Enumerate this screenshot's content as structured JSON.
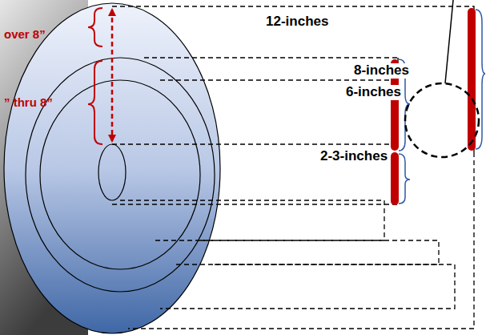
{
  "diagram": {
    "labels": [
      "12-inches",
      "8-inches",
      "6-inches",
      "2-3-inches",
      "over 8”",
      "” thru 8”"
    ]
  }
}
